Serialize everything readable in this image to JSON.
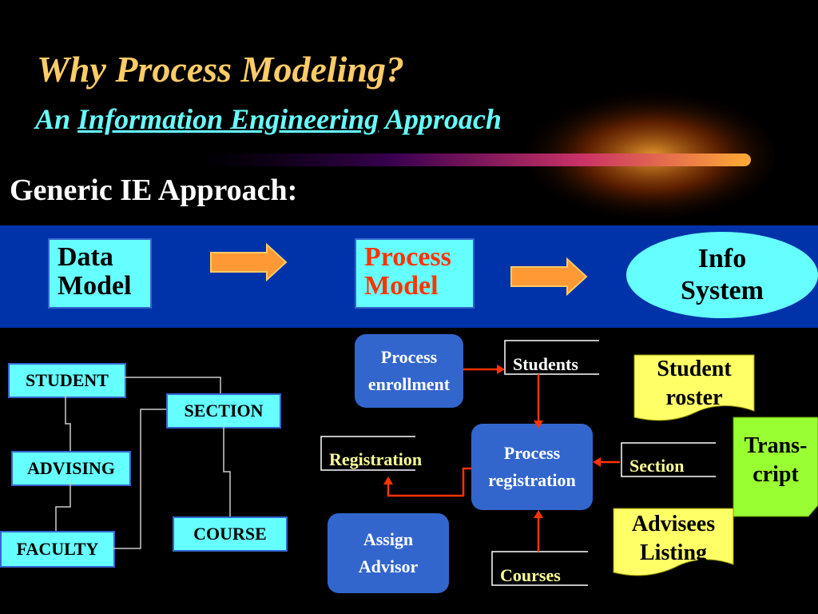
{
  "header": {
    "title": "Why Process Modeling?",
    "subtitle_prefix": "An",
    "subtitle_underlined": "Information Engineering",
    "subtitle_suffix": "Approach"
  },
  "section_heading": "Generic IE Approach:",
  "flow": {
    "data_model": [
      "Data",
      "Model"
    ],
    "process_model": [
      "Process",
      "Model"
    ],
    "info_system": [
      "Info",
      "System"
    ]
  },
  "entities": {
    "student": "STUDENT",
    "section": "SECTION",
    "advising": "ADVISING",
    "course": "COURSE",
    "faculty": "FACULTY"
  },
  "processes": {
    "enrollment": [
      "Process",
      "enrollment"
    ],
    "registration": [
      "Process",
      "registration"
    ],
    "assign_advisor": [
      "Assign",
      "Advisor"
    ]
  },
  "stores": {
    "students": "Students",
    "registration": "Registration",
    "section": "Section",
    "courses": "Courses"
  },
  "documents": {
    "student_roster": [
      "Student",
      "roster"
    ],
    "transcript": [
      "Trans-",
      "cript"
    ],
    "advisees_listing": [
      "Advisees",
      "Listing"
    ]
  },
  "colors": {
    "background": "#000000",
    "title": "#ffcc66",
    "subtitle": "#66ffff",
    "band": "#0033aa",
    "box_cyan": "#66ffff",
    "process_red": "#ff3300",
    "process_box": "#3366cc",
    "arrow_orange": "#ff9933",
    "flow_red": "#ff3300",
    "doc_yellow": "#ffff66",
    "doc_green": "#99ff33"
  }
}
